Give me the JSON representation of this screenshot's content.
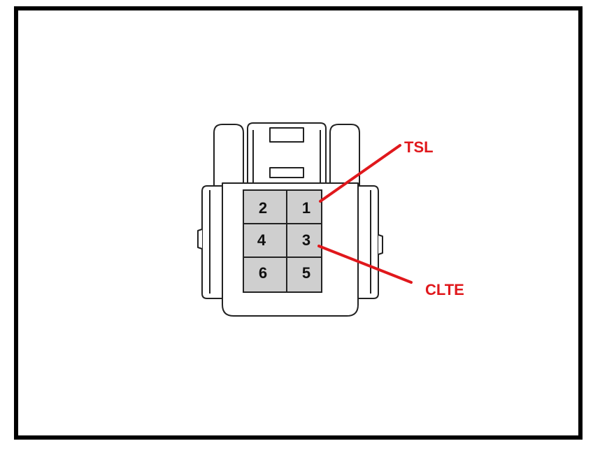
{
  "connector": {
    "pins": [
      {
        "label": "2"
      },
      {
        "label": "1"
      },
      {
        "label": "4"
      },
      {
        "label": "3"
      },
      {
        "label": "6"
      },
      {
        "label": "5"
      }
    ]
  },
  "callouts": {
    "tsl": {
      "label": "TSL",
      "pin": "1"
    },
    "clte": {
      "label": "CLTE",
      "pin": "3"
    }
  },
  "colors": {
    "callout": "#e0181c",
    "line": "#222222",
    "pin_face": "#cfcfcf",
    "frame": "#000000"
  }
}
